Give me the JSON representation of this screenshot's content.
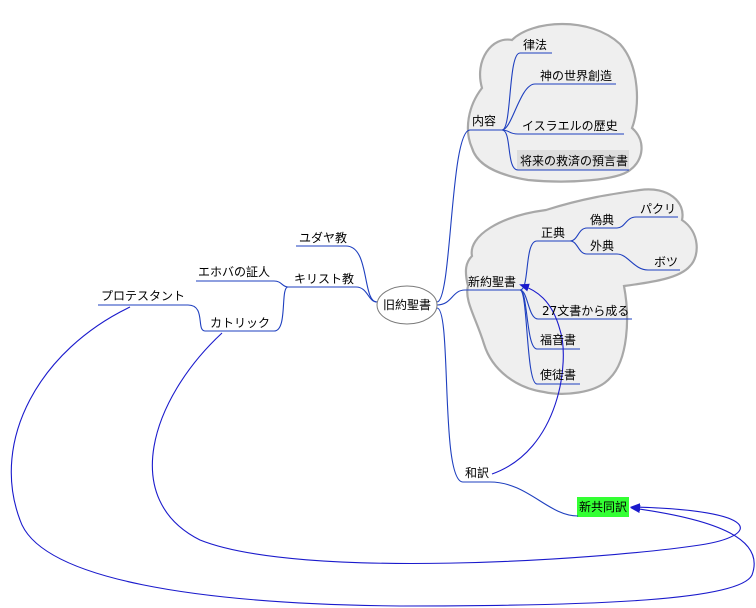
{
  "central": {
    "label": "旧約聖書"
  },
  "left": {
    "yudaya": "ユダヤ教",
    "christian": "キリスト教",
    "jehovah": "エホバの証人",
    "catholic": "カトリック",
    "protestant": "プロテスタント"
  },
  "naiyou": {
    "label": "内容",
    "items": [
      "律法",
      "神の世界創造",
      "イスラエルの歴史",
      "将来の救済の預言書"
    ]
  },
  "shinyaku": {
    "label": "新約聖書",
    "seiten": "正典",
    "gisen": "偽典",
    "gaiten": "外典",
    "pakuri": "パクリ",
    "botsu": "ボツ",
    "books27": "27文書から成る",
    "fukuin": "福音書",
    "shito": "使徒書"
  },
  "wayaku": {
    "label": "和訳",
    "shinkyoudou": "新共同訳"
  },
  "colors": {
    "edge": "#1e3fbf",
    "cloud_fill": "#efefef",
    "cloud_stroke": "#a8a8a8",
    "highlight_green": "#33ff33",
    "highlight_gray": "#dddddd",
    "arrow": "#1a1acc"
  }
}
